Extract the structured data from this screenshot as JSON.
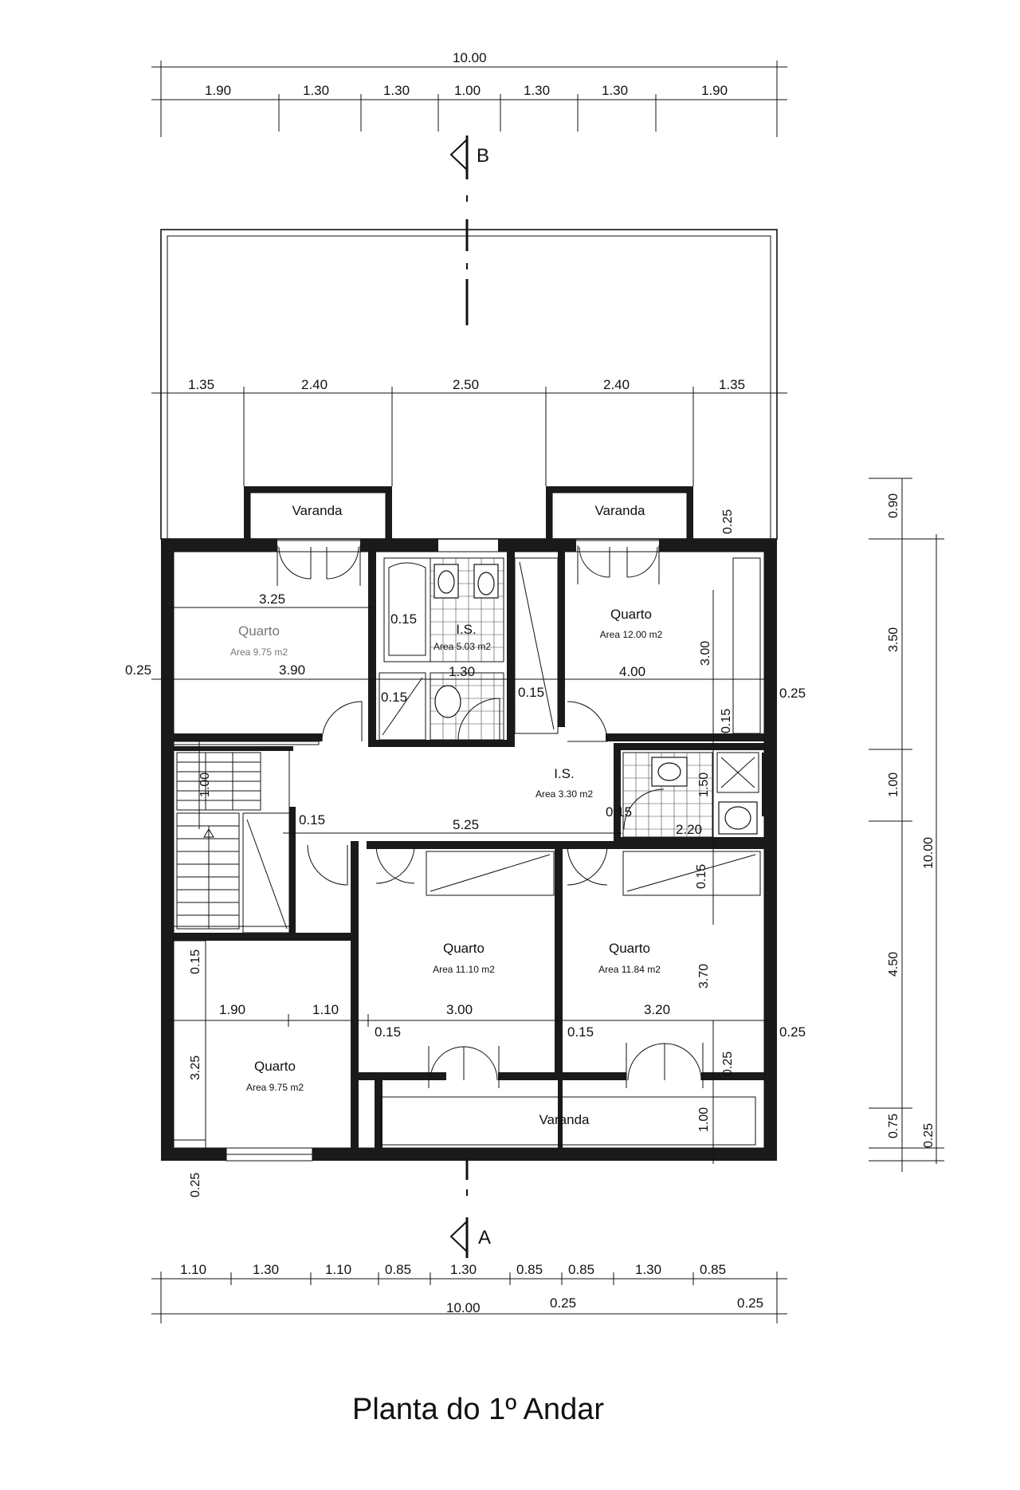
{
  "title": "Planta do 1º Andar",
  "sections": {
    "top": "B",
    "bottom": "A"
  },
  "top_dims": {
    "total": "10.00",
    "parts": [
      "1.90",
      "1.30",
      "1.30",
      "1.00",
      "1.30",
      "1.30",
      "1.90"
    ]
  },
  "terrace_dims": [
    "1.35",
    "2.40",
    "2.50",
    "2.40",
    "1.35"
  ],
  "bottom_dims": {
    "parts": [
      "1.10",
      "1.30",
      "1.10",
      "0.85",
      "1.30",
      "0.85",
      "0.85",
      "1.30",
      "0.85"
    ],
    "total": "10.00",
    "right_a": "0.25",
    "right_b": "0.25"
  },
  "right_dims": {
    "parts": [
      "0.90",
      "3.50",
      "1.00",
      "4.50",
      "0.75"
    ],
    "total": "10.00",
    "small": "0.25"
  },
  "rooms": {
    "varanda_left": "Varanda",
    "varanda_right": "Varanda",
    "varanda_bottom": "Varanda",
    "quarto_nw": {
      "name": "Quarto",
      "area": "Area 9.75 m2"
    },
    "is_top": {
      "name": "I.S.",
      "area": "Area 5.03 m2"
    },
    "quarto_ne": {
      "name": "Quarto",
      "area": "Area 12.00 m2"
    },
    "is_mid": {
      "name": "I.S.",
      "area": "Area 3.30 m2"
    },
    "quarto_sc": {
      "name": "Quarto",
      "area": "Area 11.10 m2"
    },
    "quarto_se": {
      "name": "Quarto",
      "area": "Area 11.84 m2"
    },
    "quarto_sw": {
      "name": "Quarto",
      "area": "Area 9.75 m2"
    }
  },
  "inner_dims": {
    "d_325a": "3.25",
    "d_390": "3.90",
    "d_025_left": "0.25",
    "d_015_a": "0.15",
    "d_015_b": "0.15",
    "d_130": "1.30",
    "d_015_c": "0.15",
    "d_400": "4.00",
    "d_300_v": "3.00",
    "d_025_top_v": "0.25",
    "d_025_right_a": "0.25",
    "d_015_v_a": "0.15",
    "d_100_stair": "1.00",
    "d_015_hall": "0.15",
    "d_525": "5.25",
    "d_150_v": "1.50",
    "d_015_is": "0.15",
    "d_220": "2.20",
    "d_015_v_b": "0.15",
    "d_015_v_c": "0.15",
    "d_190": "1.90",
    "d_110": "1.10",
    "d_300": "3.00",
    "d_320": "3.20",
    "d_370_v": "3.70",
    "d_015_d": "0.15",
    "d_015_e": "0.15",
    "d_025_right_b": "0.25",
    "d_325_v": "3.25",
    "d_025_v_b": "0.25",
    "d_100_v": "1.00",
    "d_025_v_bottom": "0.25"
  }
}
